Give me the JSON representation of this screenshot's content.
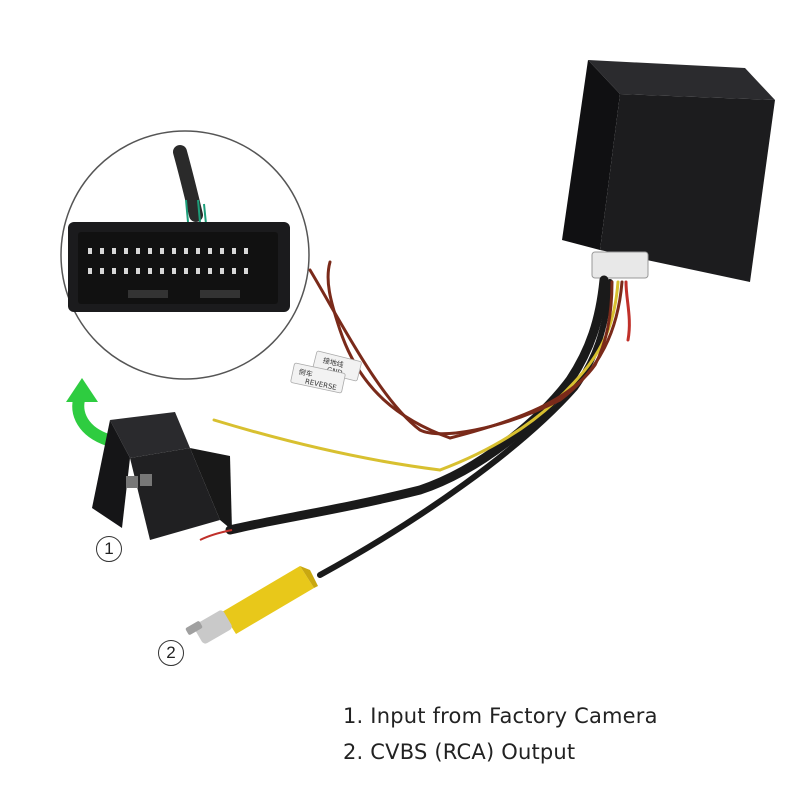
{
  "labels": {
    "item1_number": "1",
    "item2_number": "2"
  },
  "captions": {
    "line1": "1. Input from Factory Camera",
    "line2": "2. CVBS (RCA) Output"
  },
  "tags": {
    "gnd_tag_line1": "接地线",
    "gnd_tag_line2": "GND",
    "reverse_tag_line1": "倒车",
    "reverse_tag_line2": "REVERSE"
  },
  "colors": {
    "accent_arrow": "#2ecc40",
    "module_body": "#1c1c1e",
    "video_plug": "#e8c81a",
    "wire_yellow": "#d8c030",
    "wire_red": "#7a2a1a"
  },
  "icons": {
    "arrow": "curved-arrow-up-icon"
  }
}
